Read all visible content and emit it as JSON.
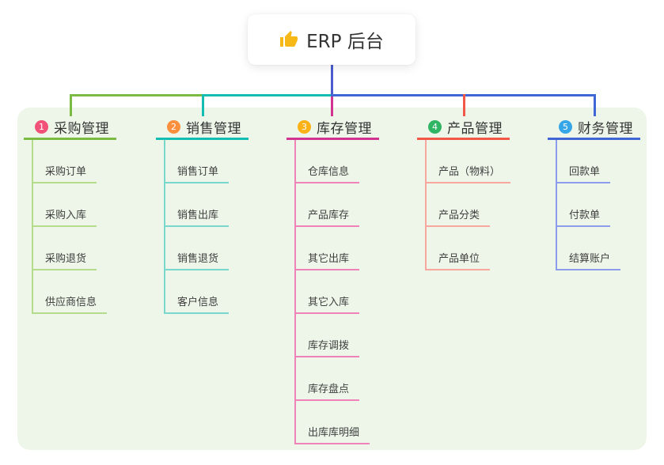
{
  "page": {
    "background": "#ffffff",
    "panel_color": "#edf6e8"
  },
  "root": {
    "label": "ERP 后台",
    "icon": "thumbs-up-icon",
    "icon_color": "#f5b816",
    "connector_color": "#4a5cd0"
  },
  "branches": [
    {
      "num": "1",
      "label": "采购管理",
      "badge_color": "#f25278",
      "line_color": "#7cbb41",
      "child_line_color": "#b4dc8b",
      "children": [
        "采购订单",
        "采购入库",
        "采购退货",
        "供应商信息"
      ]
    },
    {
      "num": "2",
      "label": "销售管理",
      "badge_color": "#fa8f3d",
      "line_color": "#14bdb2",
      "child_line_color": "#79d8cd",
      "children": [
        "销售订单",
        "销售出库",
        "销售退货",
        "客户信息"
      ]
    },
    {
      "num": "3",
      "label": "库存管理",
      "badge_color": "#fcb116",
      "line_color": "#d23390",
      "child_line_color": "#ef83b8",
      "children": [
        "仓库信息",
        "产品库存",
        "其它出库",
        "其它入库",
        "库存调拨",
        "库存盘点",
        "出库库明细"
      ]
    },
    {
      "num": "4",
      "label": "产品管理",
      "badge_color": "#2fb563",
      "line_color": "#f25848",
      "child_line_color": "#f8a79e",
      "children": [
        "产品（物料）",
        "产品分类",
        "产品单位"
      ]
    },
    {
      "num": "5",
      "label": "财务管理",
      "badge_color": "#35a6e7",
      "line_color": "#3f66d4",
      "child_line_color": "#8b9cec",
      "children": [
        "回款单",
        "付款单",
        "结算账户"
      ]
    }
  ]
}
